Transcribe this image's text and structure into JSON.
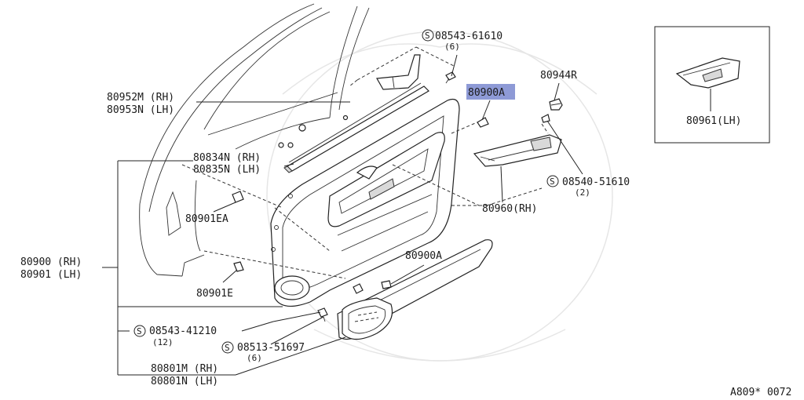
{
  "labels": {
    "p80952m": "80952M (RH)",
    "p80953n": "80953N (LH)",
    "p80834n": "80834N (RH)",
    "p80835n": "80835N (LH)",
    "p80901ea": "80901EA",
    "p80900": "80900 (RH)",
    "p80901": "80901 (LH)",
    "p80901e": "80901E",
    "p08543_41210": "08543-41210",
    "p08543_41210_qty": "(12)",
    "p08513_51697": "08513-51697",
    "p08513_51697_qty": "(6)",
    "p80801m": "80801M (RH)",
    "p80801n": "80801N (LH)",
    "p08543_61610": "08543-61610",
    "p08543_61610_qty": "(6)",
    "p80900a_top": "80900A",
    "p80944r": "80944R",
    "p08540_51610": "08540-51610",
    "p08540_51610_qty": "(2)",
    "p80960": "80960(RH)",
    "p80900a_bottom": "80900A",
    "p80961": "80961(LH)",
    "s_symbol": "S",
    "diagram_code": "A809* 0072"
  },
  "colors": {
    "highlight": "#8e9ad6",
    "line": "#222222"
  }
}
